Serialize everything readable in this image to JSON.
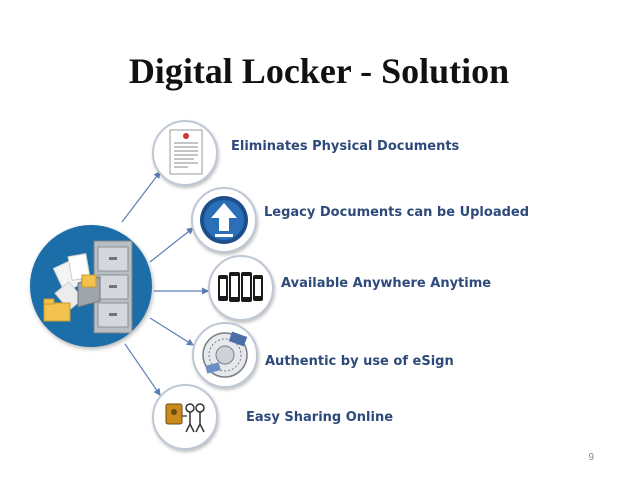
{
  "slide": {
    "title": "Digital Locker - Solution",
    "page_number": "9"
  },
  "features": [
    {
      "label": "Eliminates Physical Documents",
      "icon": "document-icon"
    },
    {
      "label": "Legacy Documents can be Uploaded",
      "icon": "upload-arrow-icon"
    },
    {
      "label": "Available Anywhere Anytime",
      "icon": "mobile-devices-icon"
    },
    {
      "label": "Authentic by use of eSign",
      "icon": "seal-stamp-icon"
    },
    {
      "label": "Easy Sharing Online",
      "icon": "sharing-people-icon"
    }
  ],
  "colors": {
    "title": "#111111",
    "feature_text": "#2e4a7a",
    "hub_blue": "#1b6ea8",
    "connector": "#5b7fb5"
  }
}
